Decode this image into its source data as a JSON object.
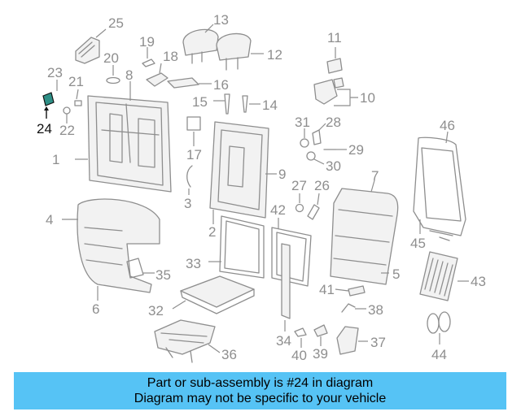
{
  "highlight_part": "24",
  "highlight_color": "#2e8f86",
  "banner_color": "#56c3f5",
  "callouts": [
    "1",
    "2",
    "3",
    "4",
    "5",
    "6",
    "7",
    "8",
    "9",
    "10",
    "11",
    "12",
    "13",
    "14",
    "15",
    "16",
    "17",
    "18",
    "19",
    "20",
    "21",
    "22",
    "23",
    "24",
    "25",
    "26",
    "27",
    "28",
    "29",
    "30",
    "31",
    "32",
    "33",
    "34",
    "35",
    "36",
    "37",
    "38",
    "39",
    "40",
    "41",
    "42",
    "43",
    "44",
    "45",
    "46"
  ],
  "banner": {
    "line1": "Part or sub-assembly is #24 in diagram",
    "line2": "Diagram may not be specific to your vehicle"
  }
}
